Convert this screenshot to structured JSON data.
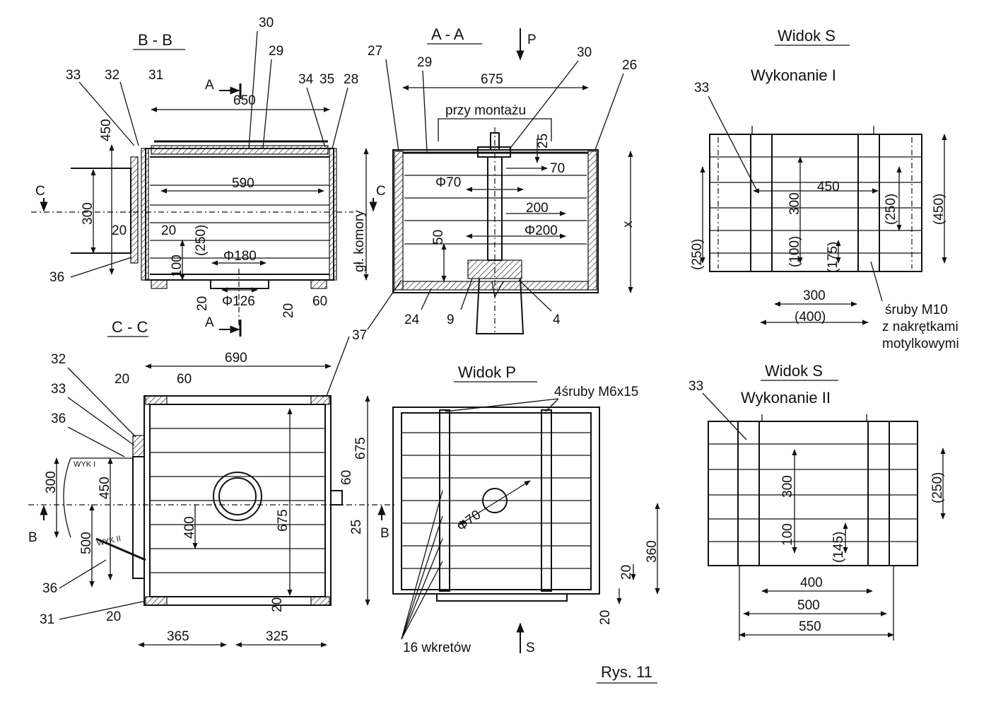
{
  "views": {
    "bb": {
      "title": "B - B",
      "parts": [
        "33",
        "32",
        "31",
        "30",
        "29",
        "34",
        "35",
        "28",
        "36"
      ],
      "dims": [
        "650",
        "450",
        "590",
        "300",
        "20",
        "20",
        "(250)",
        "100",
        "Φ180",
        "Φ126",
        "20",
        "20",
        "60",
        "gł. komory"
      ],
      "section_marks": [
        "A",
        "A",
        "C",
        "C"
      ]
    },
    "aa": {
      "title": "A - A",
      "parts": [
        "27",
        "29",
        "30",
        "26",
        "24",
        "9",
        "4",
        "37"
      ],
      "dims": [
        "675",
        "przy montażu",
        "25",
        "70",
        "Φ70",
        "200",
        "Φ200",
        "50",
        "x"
      ],
      "arrow": "P"
    },
    "s1": {
      "title": "Widok S",
      "subtitle": "Wykonanie  I",
      "parts": [
        "33"
      ],
      "dims": [
        "450",
        "300",
        "(250)",
        "(450)",
        "(250)",
        "(100)",
        "(175)",
        "300",
        "(400)"
      ],
      "note": [
        "śruby M10",
        "z nakrętkami",
        "motylkowymi"
      ]
    },
    "cc": {
      "title": "C - C",
      "parts": [
        "32",
        "33",
        "36",
        "36",
        "31"
      ],
      "dims": [
        "690",
        "20",
        "60",
        "675",
        "675",
        "400",
        "450",
        "300",
        "500",
        "60",
        "25",
        "20",
        "20",
        "365",
        "325"
      ],
      "tags": [
        "WYK I",
        "WYK II"
      ],
      "section_marks": [
        "B",
        "B"
      ]
    },
    "p": {
      "title": "Widok P",
      "note_top": "4śruby M6x15",
      "note_bottom": "16 wkretów",
      "dims": [
        "Φ70",
        "360",
        "20",
        "20"
      ],
      "arrow": "S"
    },
    "s2": {
      "title": "Widok S",
      "subtitle": "Wykonanie  II",
      "parts": [
        "33"
      ],
      "dims": [
        "300",
        "100",
        "(145)",
        "(250)",
        "400",
        "500",
        "550"
      ]
    }
  },
  "figure_label": "Rys. 11"
}
